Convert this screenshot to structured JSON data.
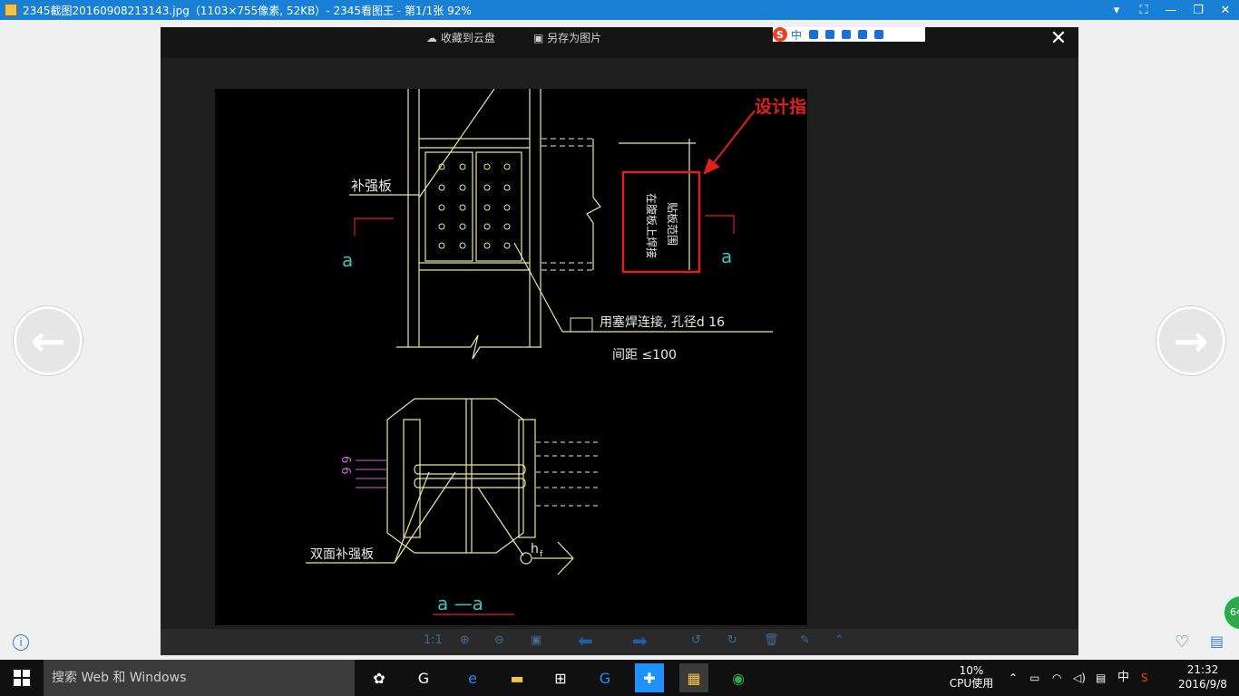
{
  "window": {
    "title": "2345截图20160908213143.jpg（1103×755像素, 52KB）- 2345看图王 - 第1/1张 92%"
  },
  "toolbar": {
    "save_cloud": "收藏到云盘",
    "save_as": "另存为图片"
  },
  "ime": {
    "lang": "中"
  },
  "drawing": {
    "annotation": "设计指定的位置",
    "label_reinforce": "补强板",
    "label_section": "a",
    "label_weld_vertical_1": "在腹板上焊接",
    "label_weld_vertical_2": "贴板范围",
    "label_plug_weld": "用塞焊连接, 孔径d  16",
    "label_spacing": "间距  ≤100",
    "label_double_reinforce": "双面补强板",
    "label_hf": "h",
    "label_hf_sub": "f",
    "label_66": "6  6",
    "label_aa": "a  —a"
  },
  "bottom_tools": {
    "ratio": "1:1"
  },
  "taskbar": {
    "search_placeholder": "搜索 Web 和 Windows",
    "cpu_percent": "10%",
    "cpu_label": "CPU使用",
    "ime_lang": "中",
    "time": "21:32",
    "date": "2016/9/8",
    "badge": "64"
  }
}
